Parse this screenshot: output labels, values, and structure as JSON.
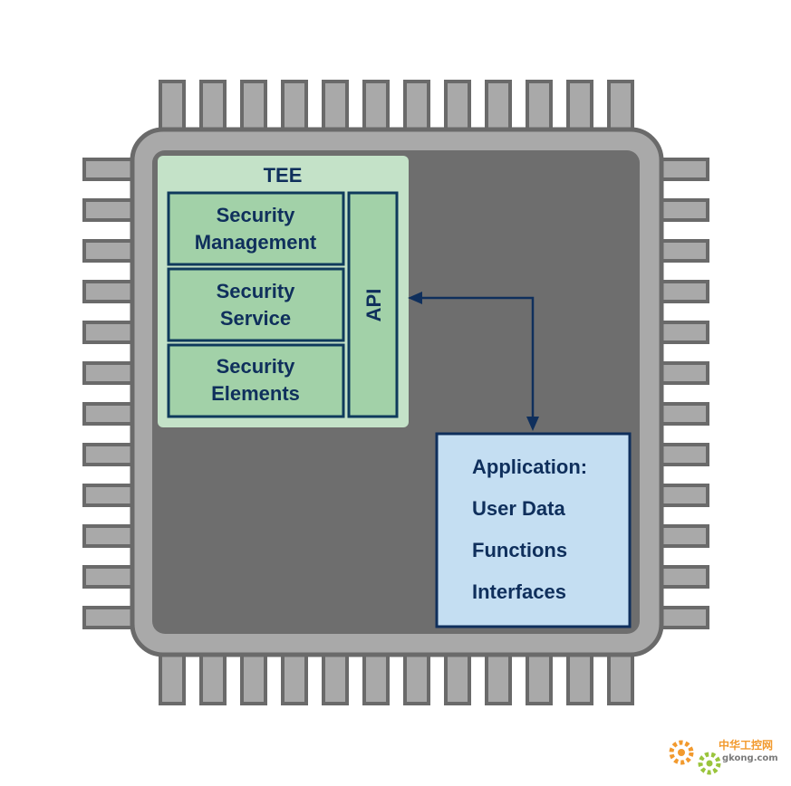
{
  "tee": {
    "title": "TEE",
    "api_label": "API",
    "blocks": [
      {
        "line1": "Security",
        "line2": "Management"
      },
      {
        "line1": "Security",
        "line2": "Service"
      },
      {
        "line1": "Security",
        "line2": "Elements"
      }
    ]
  },
  "application": {
    "lines": [
      "Application:",
      "User Data",
      "Functions",
      "Interfaces"
    ]
  },
  "watermark": {
    "cn_text": "中华工控网",
    "site": "gkong.com"
  },
  "colors": {
    "pin": "#a9a9a9",
    "pin_stroke": "#6a6a6a",
    "chip_rim": "#a9a9a9",
    "chip_core": "#6e6e6e",
    "tee_bg": "#c4e2c8",
    "block_fill": "#a2d1a8",
    "block_stroke": "#0f3a5c",
    "app_fill": "#c4def2",
    "app_stroke": "#0f2f5c",
    "arrow": "#0f2f5c",
    "text": "#0f2f5c"
  }
}
